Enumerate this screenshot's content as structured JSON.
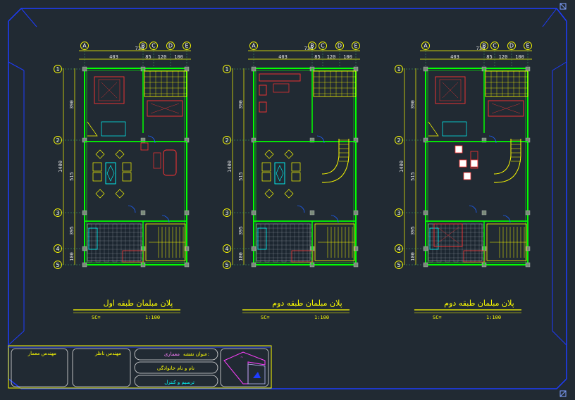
{
  "plans": [
    {
      "id": "plan1",
      "title": "پلان مبلمان طبقه اول",
      "scale_label": "SC=",
      "scale_value": "1:100",
      "top_dims": {
        "total": "730",
        "a": "403",
        "b": "85",
        "c": "120",
        "d": "100"
      },
      "side_dims": {
        "total": "1400",
        "seg1": "390",
        "seg2": "515",
        "seg3": "395",
        "seg4": "100"
      },
      "grid_cols": [
        "A",
        "B",
        "C",
        "D",
        "E"
      ],
      "grid_rows": [
        "1",
        "2",
        "3",
        "4",
        "5"
      ]
    },
    {
      "id": "plan2",
      "title": "پلان مبلمان طبقه دوم",
      "scale_label": "SC=",
      "scale_value": "1:100",
      "top_dims": {
        "total": "730",
        "a": "403",
        "b": "85",
        "c": "120",
        "d": "100"
      },
      "side_dims": {
        "total": "1400",
        "seg1": "390",
        "seg2": "515",
        "seg3": "395",
        "seg4": "100"
      },
      "grid_cols": [
        "A",
        "B",
        "C",
        "D",
        "E"
      ],
      "grid_rows": [
        "1",
        "2",
        "3",
        "4",
        "5"
      ]
    },
    {
      "id": "plan3",
      "title": "پلان مبلمان طبقه دوم",
      "scale_label": "SC=",
      "scale_value": "1:100",
      "top_dims": {
        "total": "730",
        "a": "403",
        "b": "85",
        "c": "120",
        "d": "100"
      },
      "side_dims": {
        "total": "1400",
        "seg1": "390",
        "seg2": "515",
        "seg3": "395",
        "seg4": "100"
      },
      "grid_cols": [
        "A",
        "B",
        "C",
        "D",
        "E"
      ],
      "grid_rows": [
        "1",
        "2",
        "3",
        "4",
        "5"
      ]
    }
  ],
  "title_block": {
    "box1_label": "مهندس معمار",
    "box2_label": "مهندس ناظر",
    "project_label": "عنوان نقشه:",
    "project_value": "معماری",
    "name_label": "نام و نام خانوادگی",
    "drawer_label": "ترسیم و کنترل"
  },
  "colors": {
    "background": "#212a33",
    "frame": "#1e3cff",
    "wall": "#00ff00",
    "text_yellow": "#ffff00",
    "grid_circle": "#ffff00"
  }
}
